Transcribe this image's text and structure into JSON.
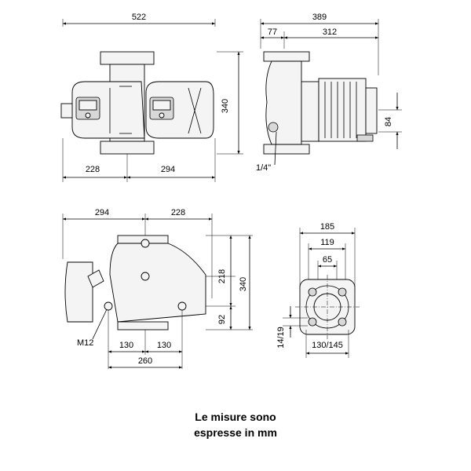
{
  "note": {
    "line1": "Le misure sono",
    "line2": "espresse in mm"
  },
  "top_left_view": {
    "width_total": "522",
    "height": "340",
    "bottom_left": "228",
    "bottom_right": "294"
  },
  "top_right_view": {
    "depth_total": "389",
    "small": "77",
    "body": "312",
    "offset": "84",
    "thread": "1/4\""
  },
  "bottom_left_view": {
    "top_left": "294",
    "top_right": "228",
    "h218": "218",
    "h340": "340",
    "h92": "92",
    "bolt": "M12",
    "pitch_left": "130",
    "pitch_right": "130",
    "pitch_total": "260"
  },
  "bottom_right_view": {
    "d185": "185",
    "d119": "119",
    "d65": "65",
    "holes": "14/19",
    "pcd": "130/145"
  }
}
